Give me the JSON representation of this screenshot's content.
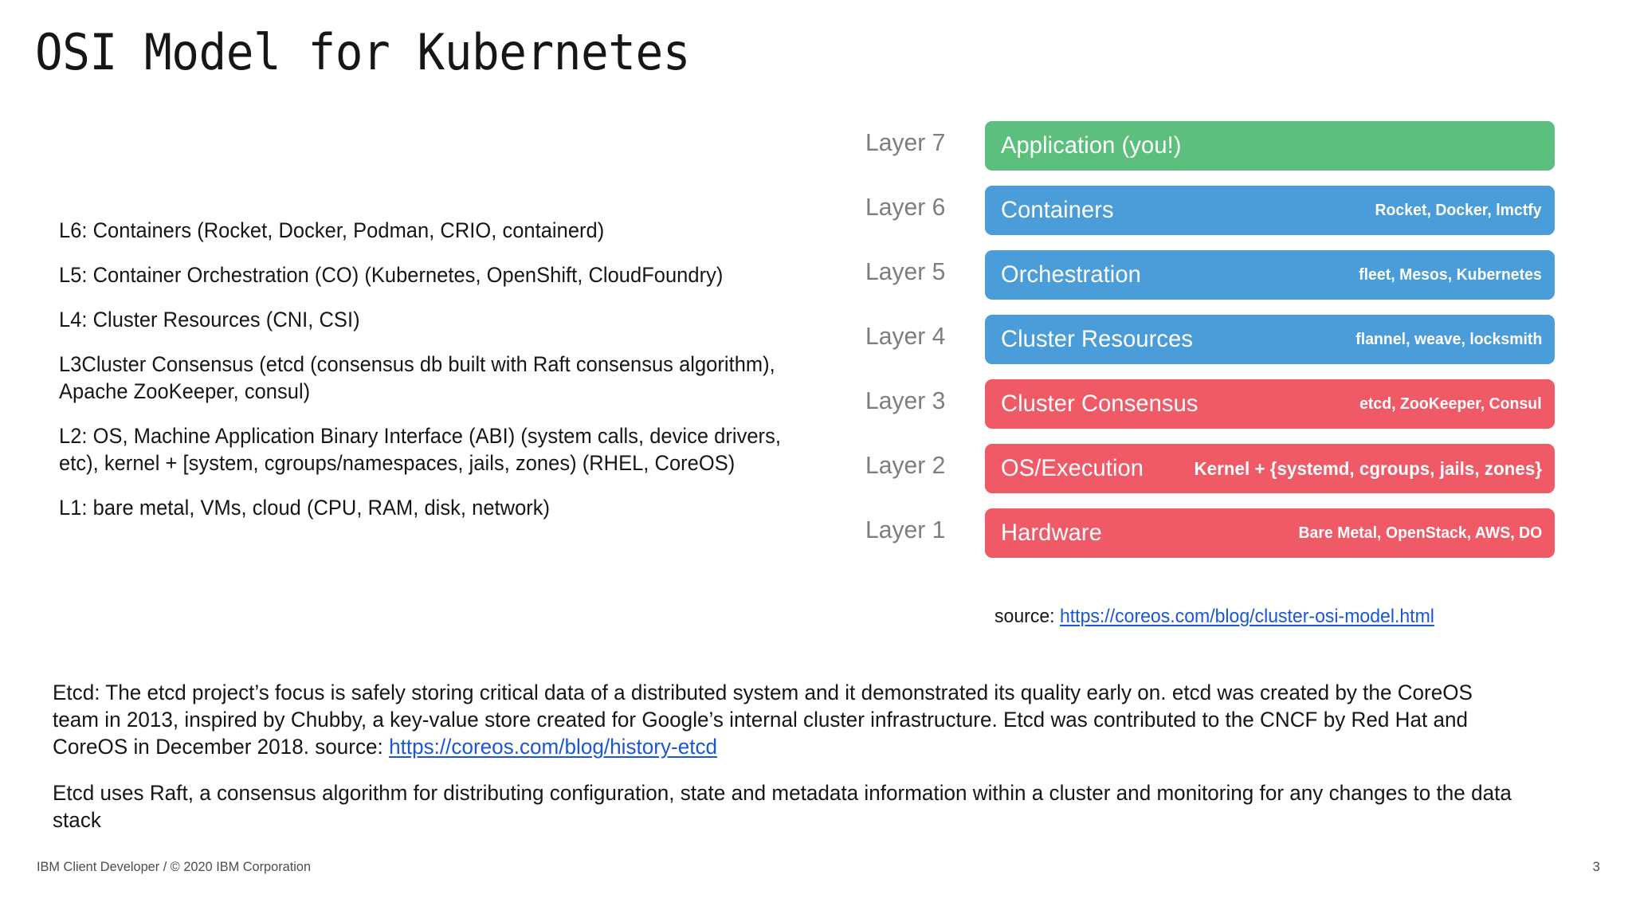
{
  "slide": {
    "title": "OSI Model for Kubernetes",
    "page_number": "3"
  },
  "left_list": {
    "items": [
      "L6: Containers (Rocket, Docker, Podman, CRIO, containerd)",
      "L5: Container Orchestration (CO) (Kubernetes, OpenShift, CloudFoundry)",
      "L4: Cluster Resources (CNI, CSI)",
      "L3Cluster Consensus (etcd (consensus db built with Raft consensus algorithm), Apache ZooKeeper, consul)",
      "L2: OS, Machine Application Binary Interface (ABI) (system calls, device drivers, etc), kernel + [system, cgroups/namespaces, jails, zones) (RHEL, CoreOS)",
      "L1: bare metal, VMs, cloud (CPU, RAM, disk, network)"
    ]
  },
  "diagram": {
    "colors": {
      "green": "#5cbf7e",
      "blue": "#4a9dd8",
      "red": "#f05a66",
      "layer_label": "#7e7e7e"
    },
    "layers": [
      {
        "label": "Layer 7",
        "title": "Application (you!)",
        "tech": "",
        "color": "#5cbf7e"
      },
      {
        "label": "Layer 6",
        "title": "Containers",
        "tech": "Rocket, Docker, lmctfy",
        "color": "#4a9dd8"
      },
      {
        "label": "Layer 5",
        "title": "Orchestration",
        "tech": "fleet, Mesos, Kubernetes",
        "color": "#4a9dd8"
      },
      {
        "label": "Layer 4",
        "title": "Cluster Resources",
        "tech": "flannel, weave, locksmith",
        "color": "#4a9dd8"
      },
      {
        "label": "Layer 3",
        "title": "Cluster Consensus",
        "tech": "etcd, ZooKeeper, Consul",
        "color": "#f05a66"
      },
      {
        "label": "Layer 2",
        "title": "OS/Execution",
        "tech": "Kernel + {systemd, cgroups, jails, zones}",
        "color": "#f05a66"
      },
      {
        "label": "Layer 1",
        "title": "Hardware",
        "tech": "Bare Metal, OpenStack, AWS, DO",
        "color": "#f05a66"
      }
    ],
    "source": {
      "label": "source: ",
      "url_text": "https://coreos.com/blog/cluster-osi-model.html"
    }
  },
  "bottom": {
    "paragraph1_before_link": "Etcd: The etcd project’s focus is safely storing critical data of a distributed system and it demonstrated its quality early on. etcd was created by the CoreOS team in 2013, inspired by Chubby, a key-value store created for Google’s internal cluster infrastructure. Etcd was contributed to the CNCF by Red Hat and CoreOS in December 2018. source: ",
    "paragraph1_link": "https://coreos.com/blog/history-etcd",
    "paragraph2": "Etcd uses Raft, a consensus algorithm for distributing configuration, state and metadata information within a cluster and monitoring for any changes to the data stack"
  },
  "footer": {
    "left": "IBM Client Developer /  © 2020 IBM Corporation"
  }
}
